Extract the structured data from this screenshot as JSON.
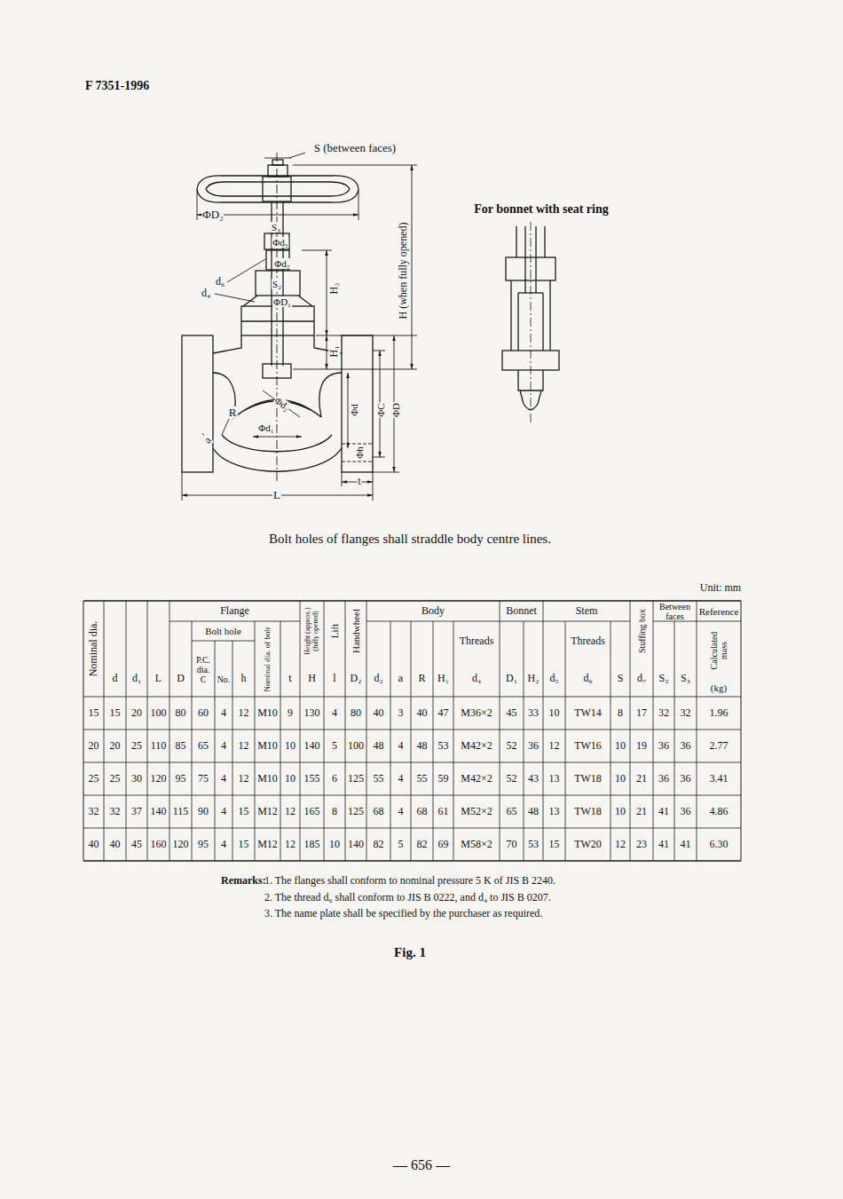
{
  "diagram": {
    "title": "F 7351-1996",
    "caption": "Fig. 1",
    "labels": [
      "S (between faces)",
      "ΦD₂",
      "S₃",
      "Φd₅",
      "Φd₇",
      "d₆",
      "S₂",
      "ΦD₁",
      "d₄",
      "H₂",
      "H₁",
      "H (when fully opened)",
      "R",
      "Φd₂",
      "Φd₁",
      "Φd",
      "ΦC",
      "ΦD",
      "Φh",
      "a",
      "t",
      "L",
      "For bonnet with seat ring",
      "Bolt holes of flanges shall straddle body centre lines.",
      "Unit: mm",
      "Nominal dia.",
      "d",
      "d₁",
      "L",
      "Flange",
      "D",
      "Bolt hole",
      "P.C. dia. C",
      "No.",
      "h",
      "Nominal dia. of bolt",
      "t",
      "Height (approx.) (fully opened)",
      "H",
      "Lift",
      "l",
      "Handwheel",
      "D₂",
      "Body",
      "d₂",
      "a",
      "R",
      "H₁",
      "Threads",
      "d₄",
      "Bonnet",
      "D₁",
      "H₂",
      "Stem",
      "d₅",
      "Threads",
      "d₆",
      "S",
      "Stuffing box",
      "d₇",
      "Between faces",
      "S₂",
      "S₃",
      "Reference",
      "Calculated mass",
      "(kg)",
      "15",
      "15",
      "20",
      "100",
      "80",
      "60",
      "4",
      "12",
      "M10",
      "9",
      "130",
      "4",
      "80",
      "40",
      "3",
      "40",
      "47",
      "M36×2",
      "45",
      "33",
      "10",
      "TW14",
      "8",
      "17",
      "32",
      "32",
      "1.96",
      "20",
      "20",
      "25",
      "110",
      "85",
      "65",
      "4",
      "12",
      "M10",
      "10",
      "140",
      "5",
      "100",
      "48",
      "4",
      "48",
      "53",
      "M42×2",
      "52",
      "36",
      "12",
      "TW16",
      "10",
      "19",
      "36",
      "36",
      "2.77",
      "25",
      "25",
      "30",
      "120",
      "95",
      "75",
      "4",
      "12",
      "M10",
      "10",
      "155",
      "6",
      "125",
      "55",
      "4",
      "55",
      "59",
      "M42×2",
      "52",
      "43",
      "13",
      "TW18",
      "10",
      "21",
      "36",
      "36",
      "3.41",
      "32",
      "32",
      "37",
      "140",
      "115",
      "90",
      "4",
      "15",
      "M12",
      "12",
      "165",
      "8",
      "125",
      "68",
      "4",
      "68",
      "61",
      "M52×2",
      "65",
      "48",
      "13",
      "TW18",
      "10",
      "21",
      "41",
      "36",
      "4.86",
      "40",
      "40",
      "45",
      "160",
      "120",
      "95",
      "4",
      "15",
      "M12",
      "12",
      "185",
      "10",
      "140",
      "82",
      "5",
      "82",
      "69",
      "M58×2",
      "70",
      "53",
      "15",
      "TW20",
      "12",
      "23",
      "41",
      "41",
      "6.30",
      "Remarks:",
      "1. The flanges shall conform to nominal pressure 5 K of JIS B 2240.",
      "2. The thread d₆ shall conform to JIS B 0222, and d₄ to JIS B 0207.",
      "3. The name plate shall be specified by the purchaser as required.",
      "— 656 —"
    ]
  }
}
